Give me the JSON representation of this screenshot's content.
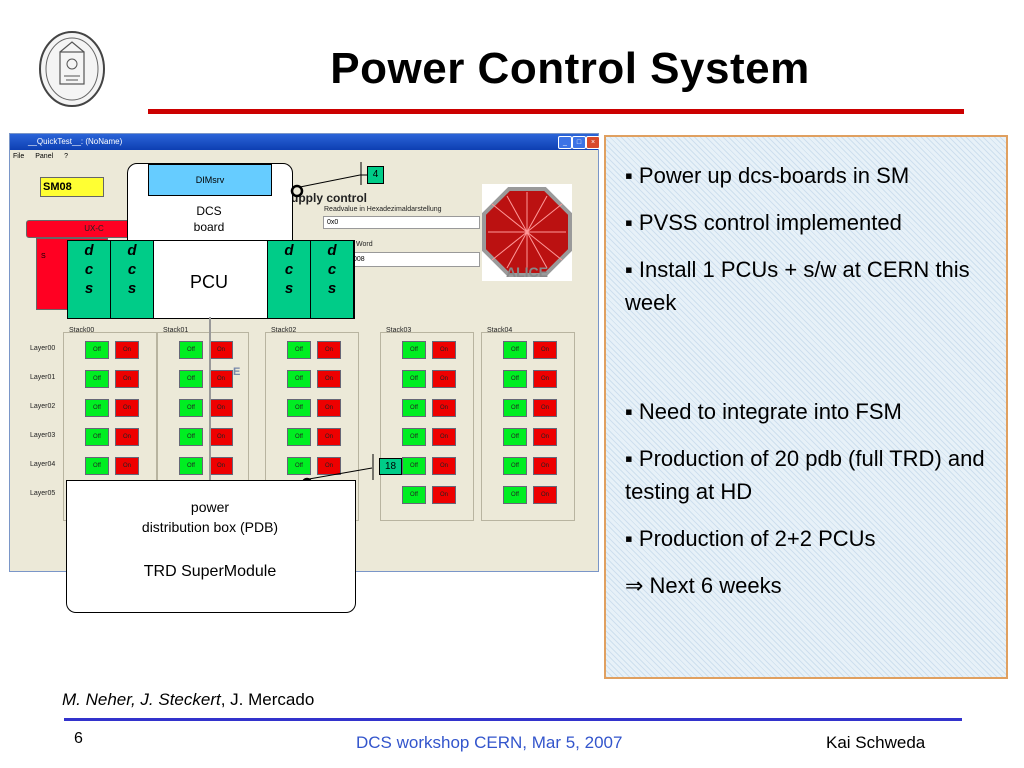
{
  "slide": {
    "title": "Power Control System",
    "page_number": "6",
    "authors_italic": "M. Neher, J. Steckert",
    "authors_rest": ", J. Mercado",
    "footer_center": "DCS workshop CERN, Mar 5, 2007",
    "footer_right": "Kai Schweda",
    "accent_color": "#cc0000",
    "footer_color": "#3333cc"
  },
  "screenshot": {
    "window_title": "__QuickTest__: (NoName)",
    "menu": [
      "File",
      "Panel",
      "?"
    ],
    "sm_label": "SM08",
    "uxc_label": "UX-C",
    "red_label": "S",
    "supply_text": "upply control",
    "readvalue_label": "Readvalue in Hexadezimaldarstellung",
    "readvalue_value": "0x0",
    "word_label": "Word",
    "word_value": "008",
    "e_letter": "E",
    "stacks": [
      "Stack00",
      "Stack01",
      "Stack02",
      "Stack03",
      "Stack04"
    ],
    "layers": [
      "Layer00",
      "Layer01",
      "Layer02",
      "Layer03",
      "Layer04",
      "Layer05"
    ],
    "off_label": "Off",
    "on_label": "On"
  },
  "diagram": {
    "dimsrv": "DIMsrv",
    "dcs_board_line1": "DCS",
    "dcs_board_line2": "board",
    "dcs_letters": [
      "d",
      "c",
      "s"
    ],
    "pcu": "PCU",
    "pdb_line1": "power",
    "pdb_line2": "distribution box (PDB)",
    "trd": "TRD SuperModule",
    "tag_top": "4",
    "tag_bottom": "18"
  },
  "bullets": [
    "▪ Power up dcs-boards in SM",
    "▪ PVSS control implemented",
    "▪ Install 1 PCUs + s/w at CERN this week",
    "▪ Need to integrate into FSM",
    "▪ Production of 20 pdb (full TRD) and testing at HD",
    "▪ Production of 2+2 PCUs",
    "⇒ Next 6 weeks"
  ]
}
